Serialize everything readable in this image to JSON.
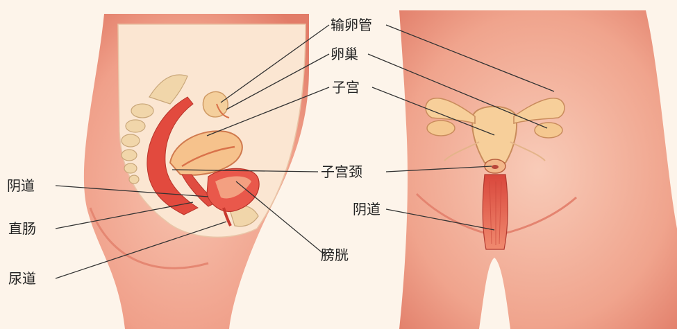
{
  "labels": {
    "fallopian_tube": "输卵管",
    "ovary": "卵巢",
    "uterus": "子宫",
    "cervix": "子宫颈",
    "vagina_side": "阴道",
    "rectum": "直肠",
    "urethra": "尿道",
    "bladder": "膀胱",
    "vagina_front": "阴道"
  },
  "colors": {
    "background": "#fdf4ea",
    "skin": "#f2a48e",
    "skin_shadow": "#e57d68",
    "organ": "#e8564a",
    "organ_light": "#f7c69a",
    "bone": "#f3dcb4",
    "leader_line": "#333333"
  }
}
